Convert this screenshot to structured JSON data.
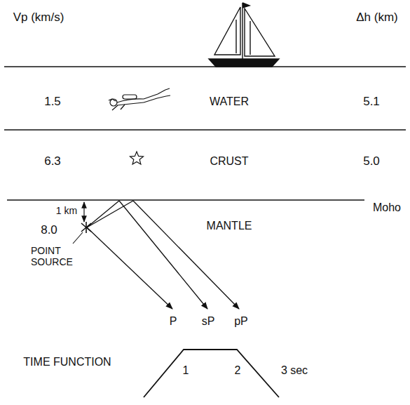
{
  "diagram": {
    "nodes": [
      {
        "text": [
          "1.5",
          "WATER",
          "5.1"
        ]
      },
      {
        "text": [
          "6.3",
          "CRUST",
          "5.0"
        ]
      },
      {
        "text": [
          "8.0",
          "MANTLE"
        ]
      }
    ],
    "labels": [
      "Vp (km/s)",
      "Δh (km)",
      "Moho",
      "1 km",
      "POINT SOURCE",
      "P",
      "sP",
      "pP",
      "TIME FUNCTION",
      "1",
      "2",
      "3 sec"
    ]
  }
}
